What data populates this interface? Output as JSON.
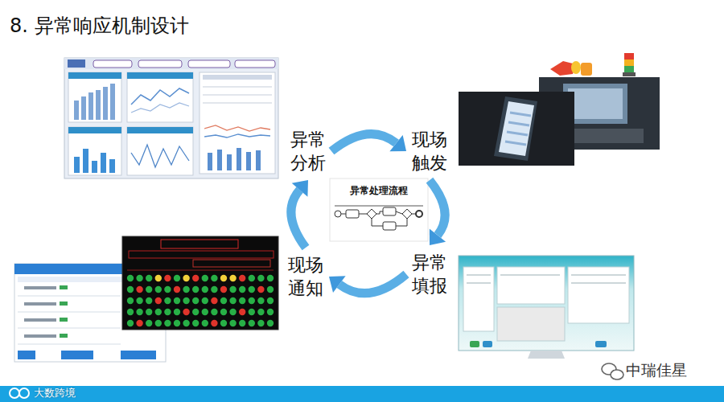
{
  "diagram": {
    "title": "8. 异常响应机制设计",
    "nodes": [
      {
        "text": [
          "异常分析"
        ]
      },
      {
        "text": [
          "现场触发"
        ]
      },
      {
        "text": [
          "异常处理流程"
        ]
      },
      {
        "text": [
          "异常填报"
        ]
      },
      {
        "text": [
          "现场通知"
        ]
      }
    ],
    "edges": [
      {
        "from": 0,
        "to": 1,
        "arrow": "to"
      },
      {
        "from": 1,
        "to": 3,
        "arrow": "to"
      },
      {
        "from": 3,
        "to": 4,
        "arrow": "to"
      },
      {
        "from": 4,
        "to": 0,
        "arrow": "to"
      }
    ],
    "labels": [
      "中瑞佳星",
      "大数跨境"
    ]
  }
}
